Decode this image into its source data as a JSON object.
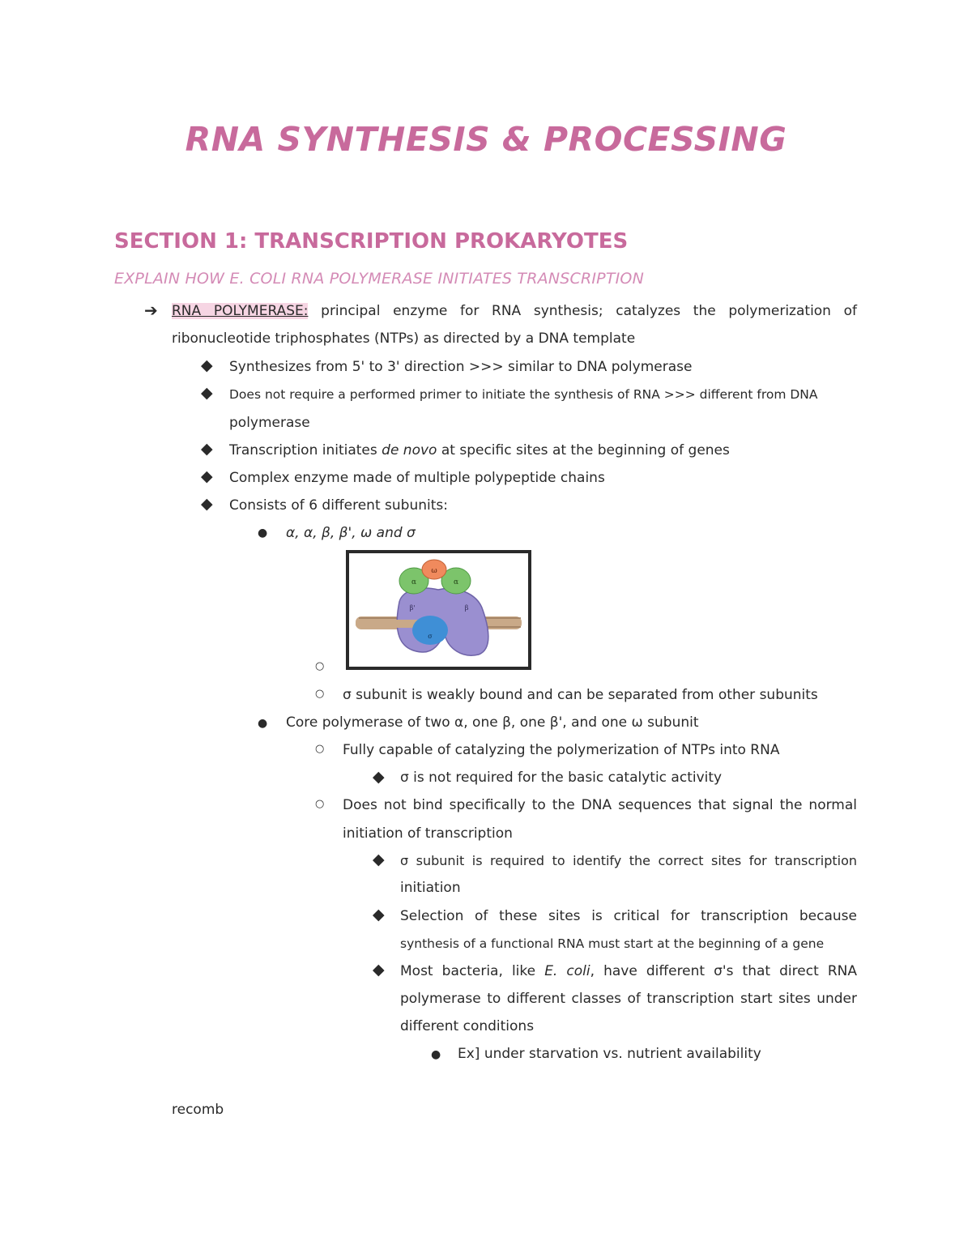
{
  "title": "RNA SYNTHESIS & PROCESSING",
  "section": "SECTION 1: TRANSCRIPTION PROKARYOTES",
  "subtitle": "EXPLAIN HOW E. COLI RNA POLYMERASE INITIATES TRANSCRIPTION",
  "bullets": {
    "arrow": "➔",
    "diamond": "◆",
    "dot": "●",
    "circle": "○"
  },
  "rna_pol": {
    "term": "RNA POLYMERASE:",
    "def_line1": "principal enzyme for RNA synthesis; catalyzes the polymerization of",
    "def_line2": "ribonucleotide triphosphates (NTPs) as directed by a DNA template"
  },
  "props": {
    "p1": "Synthesizes from 5' to 3' direction >>> similar to DNA polymerase",
    "p2_line1": "Does not require a performed primer to initiate the synthesis of RNA >>> different from DNA",
    "p2_line2": "polymerase",
    "p3_a": "Transcription initiates ",
    "p3_em": "de novo",
    "p3_b": " at specific sites at the beginning of genes",
    "p4": "Complex enzyme made of multiple polypeptide chains",
    "p5": "Consists of 6 different subunits:"
  },
  "subunits": {
    "list": "α, α, β, β', ω and σ",
    "sigma_note": "σ subunit is weakly bound and can be separated from other subunits"
  },
  "figure": {
    "labels": {
      "alpha_left": "α",
      "alpha_right": "α",
      "omega": "ω",
      "beta": "β",
      "beta_prime": "β'",
      "sigma": "σ"
    }
  },
  "core": {
    "heading": "Core polymerase of two α, one β, one β', and one ω subunit",
    "c1": "Fully capable of catalyzing the polymerization of NTPs into RNA",
    "c1a": "σ is not required for the basic catalytic activity",
    "c2_line1": "Does not bind specifically to the DNA sequences that signal the normal",
    "c2_line2": "initiation of transcription",
    "c2a_line1": "σ subunit is required to identify the correct sites for transcription",
    "c2a_line2": "initiation",
    "c2b_line1": "Selection of these sites is critical for transcription because",
    "c2b_line2": "synthesis of a functional RNA must start at the beginning of a gene",
    "c2c_line1_a": "Most bacteria, like ",
    "c2c_line1_em": "E. coli",
    "c2c_line1_b": ", have different σ's that direct RNA",
    "c2c_line2": "polymerase to different classes of transcription start sites under",
    "c2c_line3": "different conditions",
    "c2c_ex": "Ex] under starvation vs. nutrient availability"
  },
  "footer": "recomb",
  "colors": {
    "title": "#c86a9c",
    "subtitle": "#d48bb6",
    "highlight": "#f6d5e3",
    "body": "#2a2a2a"
  }
}
